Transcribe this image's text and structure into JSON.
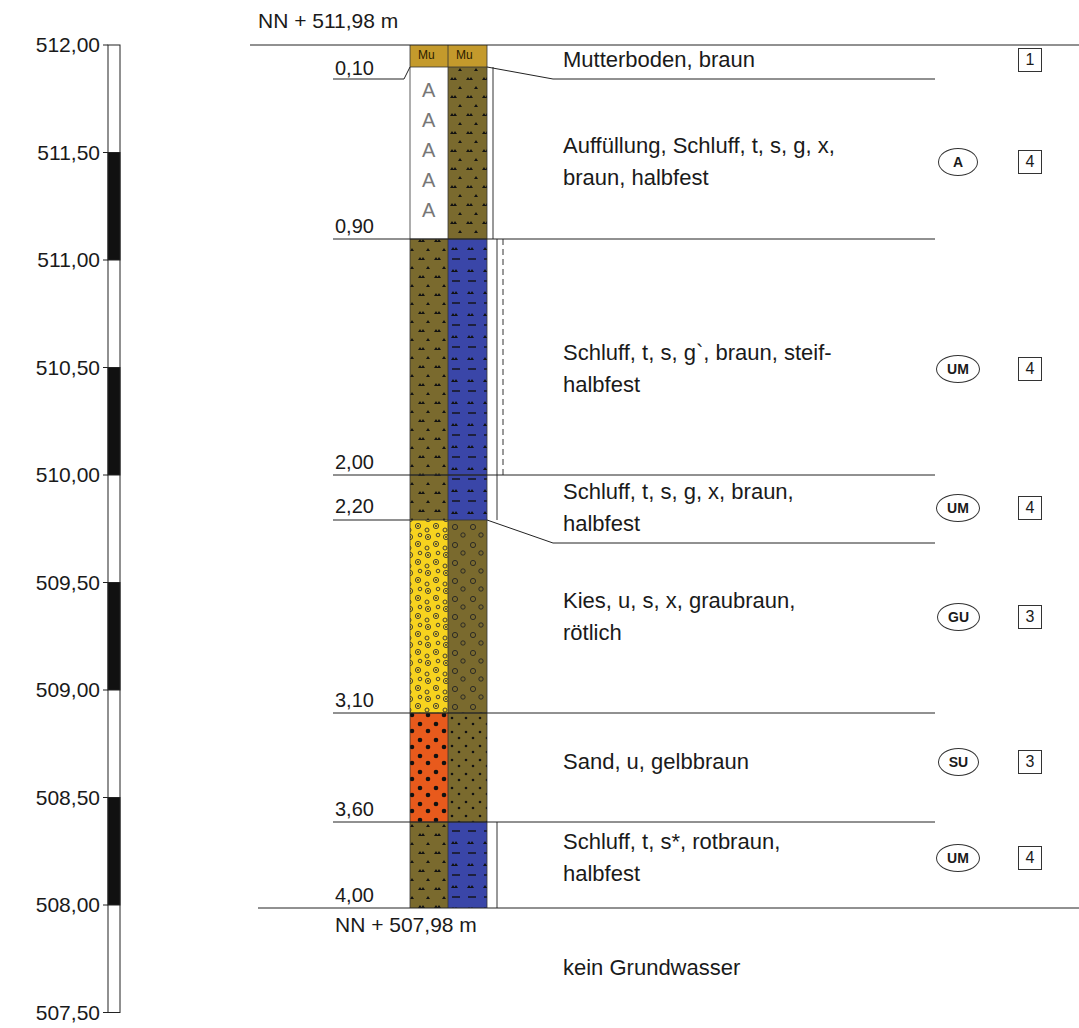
{
  "diagram": {
    "nodes": [
      {
        "text": [
          "1"
        ]
      },
      {
        "text": [
          "A"
        ]
      },
      {
        "text": [
          "4"
        ]
      },
      {
        "text": [
          "UM"
        ]
      },
      {
        "text": [
          "4"
        ]
      },
      {
        "text": [
          "UM"
        ]
      },
      {
        "text": [
          "4"
        ]
      },
      {
        "text": [
          "GU"
        ]
      },
      {
        "text": [
          "3"
        ]
      },
      {
        "text": [
          "SU"
        ]
      },
      {
        "text": [
          "3"
        ]
      },
      {
        "text": [
          "UM"
        ]
      },
      {
        "text": [
          "4"
        ]
      }
    ],
    "labels": [
      "512,00",
      "511,50",
      "511,00",
      "510,50",
      "510,00",
      "509,50",
      "509,00",
      "508,50",
      "508,00",
      "507,50",
      "NN + 511,98 m",
      "0,10",
      "Mu",
      "Mu",
      "A",
      "A",
      "A",
      "A",
      "A",
      "Mutterboden, braun",
      "Auffüllung, Schluff, t, s, g, x, braun, halbfest",
      "0,90",
      "Schluff, t, s, g`, braun, steif-halbfest",
      "2,00",
      "Schluff, t, s, g, x, braun, halbfest",
      "2,20",
      "Kies, u, s, x, graubraun, rötlich",
      "3,10",
      "Sand, u, gelbbraun",
      "3,60",
      "Schluff, t, s*, rotbraun, halbfest",
      "4,00",
      "NN + 507,98 m",
      "kein Grundwasser"
    ]
  }
}
